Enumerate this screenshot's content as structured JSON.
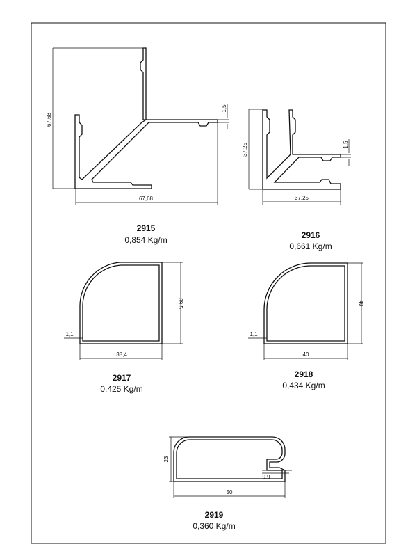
{
  "profiles": [
    {
      "code": "2915",
      "weight": "0,854 Kg/m",
      "dims": {
        "height": "67,68",
        "width": "67,68",
        "wall": "1,5"
      }
    },
    {
      "code": "2916",
      "weight": "0,661 Kg/m",
      "dims": {
        "height": "37,25",
        "width": "37,25",
        "wall": "1,5"
      }
    },
    {
      "code": "2917",
      "weight": "0,425 Kg/m",
      "dims": {
        "height": "39,5",
        "width": "38,4",
        "wall": "1,1"
      }
    },
    {
      "code": "2918",
      "weight": "0,434 Kg/m",
      "dims": {
        "height": "40",
        "width": "40",
        "wall": "1,1"
      }
    },
    {
      "code": "2919",
      "weight": "0,360 Kg/m",
      "dims": {
        "height": "23",
        "width": "50",
        "wall": "0,9"
      }
    }
  ]
}
